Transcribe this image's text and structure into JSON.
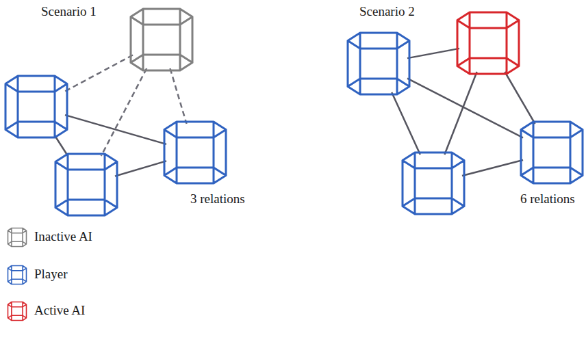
{
  "diagram": {
    "nodes": [
      {
        "text": []
      },
      {
        "text": []
      },
      {
        "text": []
      },
      {
        "text": []
      },
      {
        "text": []
      },
      {
        "text": []
      },
      {
        "text": []
      },
      {
        "text": []
      }
    ],
    "edges": [
      {
        "from": 0,
        "to": 1,
        "arrow": "none"
      },
      {
        "from": 0,
        "to": 3,
        "arrow": "none"
      },
      {
        "from": 0,
        "to": 2,
        "arrow": "none"
      },
      {
        "from": 1,
        "to": 3,
        "arrow": "none"
      },
      {
        "from": 1,
        "to": 2,
        "arrow": "none"
      },
      {
        "from": 3,
        "to": 2,
        "arrow": "none"
      },
      {
        "from": 5,
        "to": 4,
        "arrow": "none"
      },
      {
        "from": 5,
        "to": 6,
        "arrow": "none"
      },
      {
        "from": 5,
        "to": 7,
        "arrow": "none"
      },
      {
        "from": 4,
        "to": 7,
        "arrow": "none"
      },
      {
        "from": 4,
        "to": 6,
        "arrow": "none"
      },
      {
        "from": 7,
        "to": 6,
        "arrow": "none"
      }
    ],
    "labels": [
      "Scenario 1",
      "3 relations",
      "Scenario 2",
      "6 relations"
    ],
    "legend": [
      {
        "text": "Inactive AI",
        "color": "#808080"
      },
      {
        "text": "Player",
        "color": "#2f62c0"
      },
      {
        "text": "Active AI",
        "color": "#d8262b"
      }
    ]
  }
}
